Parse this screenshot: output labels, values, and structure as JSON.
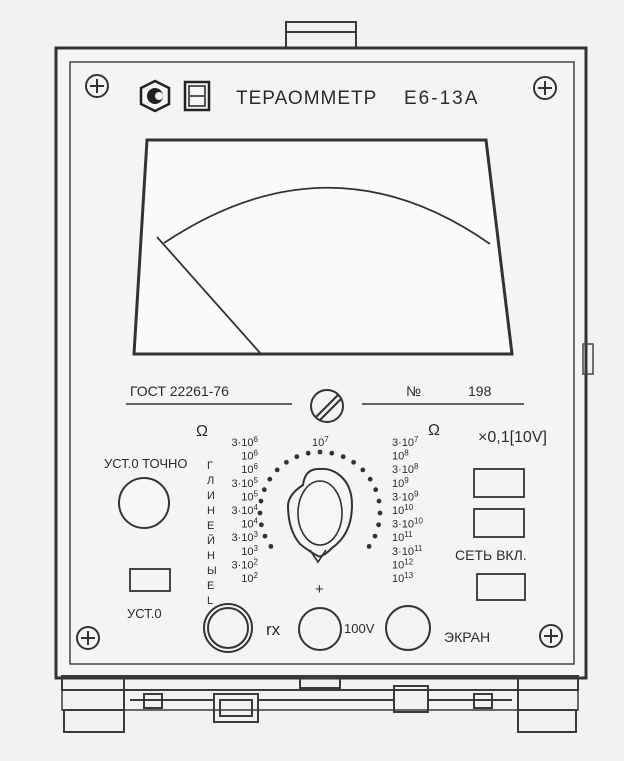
{
  "header": {
    "title": "ТЕРАОММЕТР",
    "model": "Е6-13А"
  },
  "labels": {
    "gost": "ГОСТ 22261-76",
    "number_sign": "№",
    "serial": "198",
    "ohm_left": "Ω",
    "ohm_right": "Ω",
    "multiplier": "×0,1[10V]",
    "ust_tochno": "УСТ.0 ТОЧНО",
    "ust0": "УСТ.0",
    "set_vkl": "СЕТЬ ВКЛ.",
    "rx": "rx",
    "v100": "100V",
    "ekran": "ЭКРАН",
    "plus": "+",
    "vertical_word": [
      "Г",
      "Л",
      "И",
      "Н",
      "Е",
      "Й",
      "Н",
      "Ы",
      "Е",
      "L"
    ]
  },
  "range_left": [
    {
      "label": "3·10",
      "exp": "6"
    },
    {
      "label": "10",
      "exp": "6"
    },
    {
      "label": "10",
      "exp": "6"
    },
    {
      "label": "3·10",
      "exp": "5"
    },
    {
      "label": "10",
      "exp": "5"
    },
    {
      "label": "3·10",
      "exp": "4"
    },
    {
      "label": "10",
      "exp": "4"
    },
    {
      "label": "3·10",
      "exp": "3"
    },
    {
      "label": "10",
      "exp": "3"
    },
    {
      "label": "3·10",
      "exp": "2"
    },
    {
      "label": "10",
      "exp": "2"
    }
  ],
  "range_top": {
    "label": "10",
    "exp": "7"
  },
  "range_right": [
    {
      "label": "3·10",
      "exp": "7"
    },
    {
      "label": "10",
      "exp": "8"
    },
    {
      "label": "3·10",
      "exp": "8"
    },
    {
      "label": "10",
      "exp": "9"
    },
    {
      "label": "3·10",
      "exp": "9"
    },
    {
      "label": "10",
      "exp": "10"
    },
    {
      "label": "3·10",
      "exp": "10"
    },
    {
      "label": "10",
      "exp": "11"
    },
    {
      "label": "3·10",
      "exp": "11"
    },
    {
      "label": "10",
      "exp": "12"
    },
    {
      "label": "10",
      "exp": "13"
    }
  ]
}
